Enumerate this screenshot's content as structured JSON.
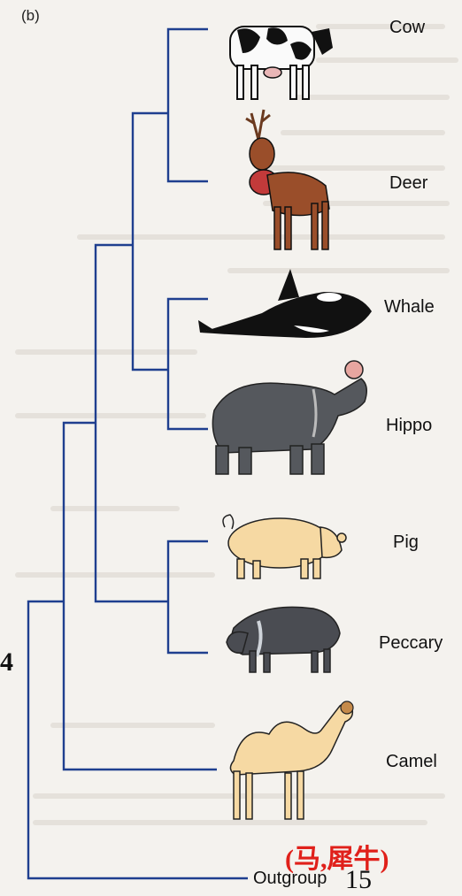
{
  "panel_label": "(b)",
  "taxa": {
    "cow": "Cow",
    "deer": "Deer",
    "whale": "Whale",
    "hippo": "Hippo",
    "pig": "Pig",
    "peccary": "Peccary",
    "camel": "Camel",
    "outgroup": "Outgroup"
  },
  "side_number": "4",
  "annotation": "(马,犀牛)",
  "page_number": "15",
  "colors": {
    "branch": "#1f3f8f",
    "annotation": "#e0201a"
  }
}
